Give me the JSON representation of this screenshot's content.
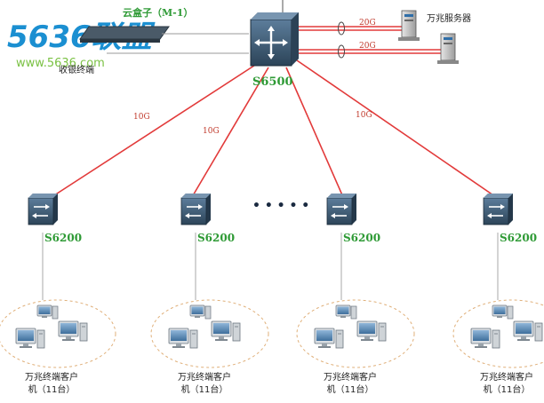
{
  "colors": {
    "link_red": "#e23a3a",
    "link_grey": "#9a9a9a",
    "switch_body": "#3a5670",
    "label_green": "#2e9a35",
    "label_red": "#c0392b",
    "logo_blue": "#1b8fd1",
    "logo_green": "#7ac143"
  },
  "logo": {
    "brand": "5636联盟",
    "url": "www.5636.com"
  },
  "top": {
    "cloud_box_label": "云盒子（M-1）",
    "cashier_label": "收银终端",
    "core_switch_label": "S6500",
    "server_label": "万兆服务器",
    "server_link_1": "20G",
    "server_link_2": "20G"
  },
  "uplinks": {
    "link_a": "10G",
    "link_b": "10G",
    "link_c": "10G"
  },
  "ellipsis": "• • • • •",
  "access": [
    {
      "switch_label": "S6200",
      "group_line1": "万兆终端客户",
      "group_line2": "机（11台）"
    },
    {
      "switch_label": "S6200",
      "group_line1": "万兆终端客户",
      "group_line2": "机（11台）"
    },
    {
      "switch_label": "S6200",
      "group_line1": "万兆终端客户",
      "group_line2": "机（11台）"
    },
    {
      "switch_label": "S6200",
      "group_line1": "万兆终端客户",
      "group_line2": "机（11台）"
    }
  ]
}
